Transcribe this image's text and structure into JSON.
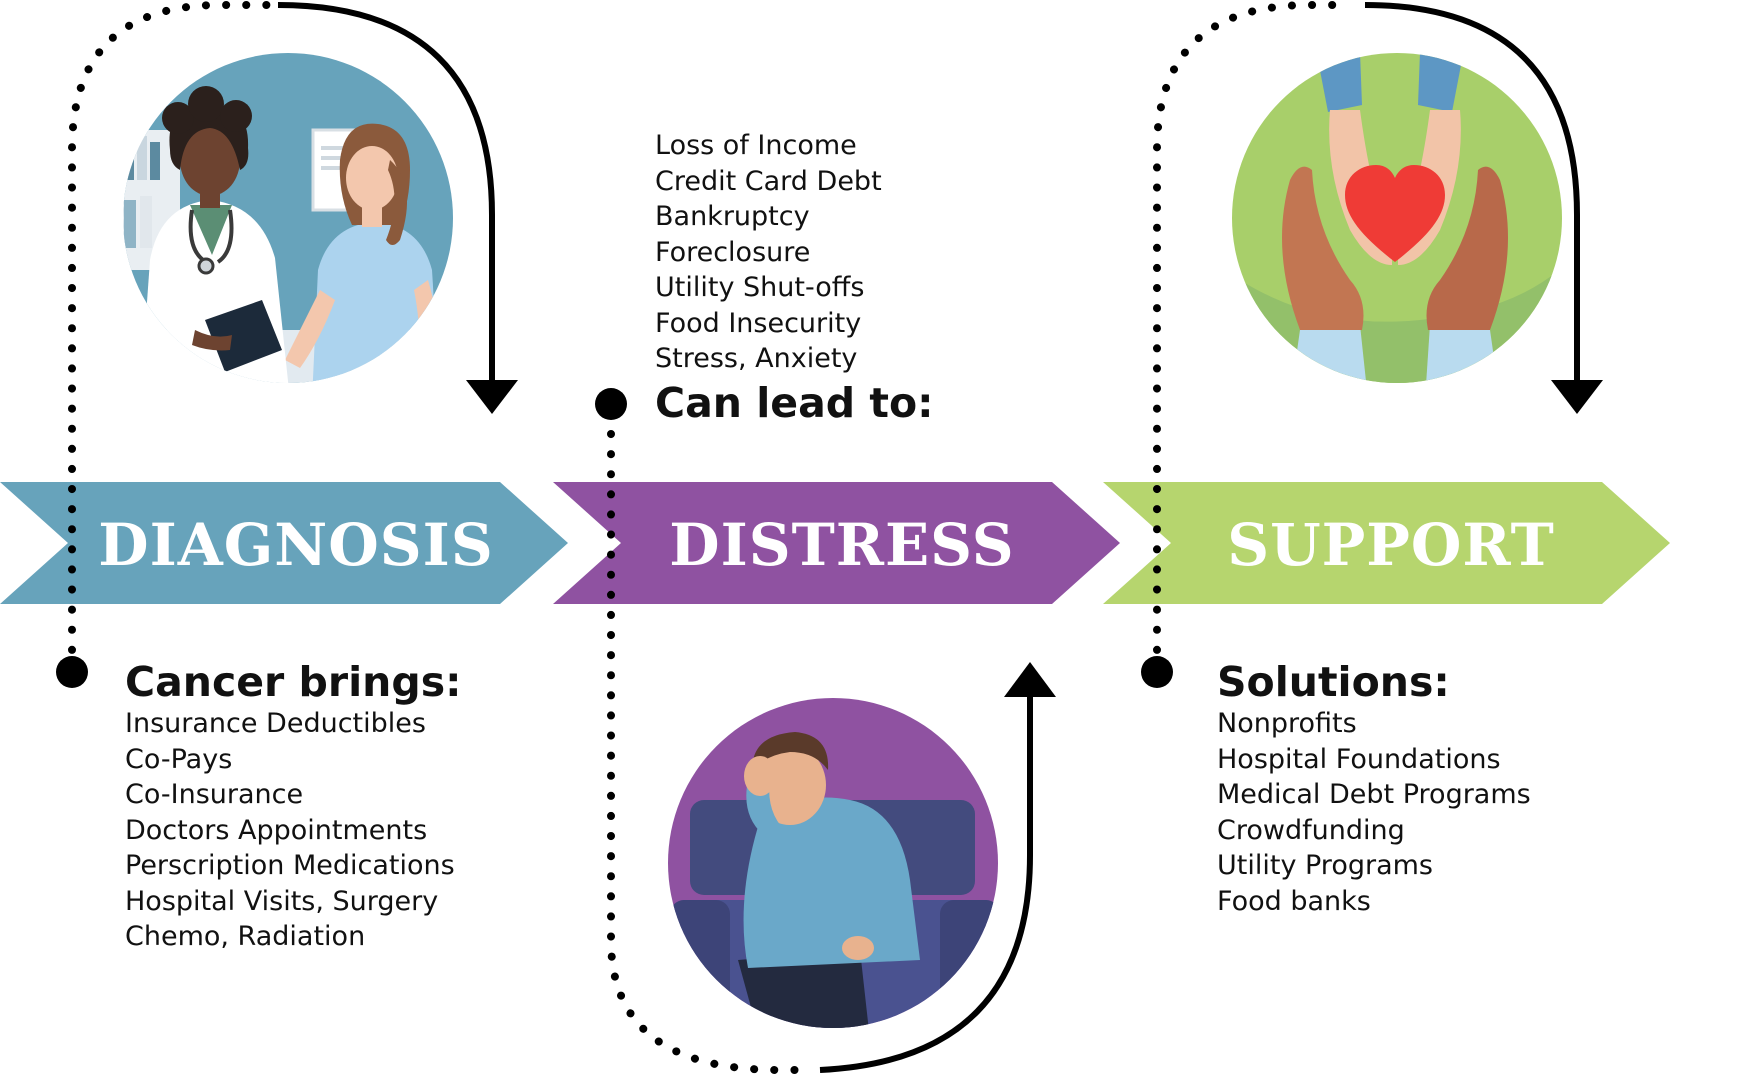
{
  "stages": [
    {
      "label": "DIAGNOSIS",
      "color": "#67a3bb"
    },
    {
      "label": "DISTRESS",
      "color": "#8f52a1"
    },
    {
      "label": "SUPPORT",
      "color": "#b6d56e"
    }
  ],
  "causes": {
    "heading": "Cancer brings:",
    "items": [
      "Insurance Deductibles",
      "Co-Pays",
      "Co-Insurance",
      "Doctors Appointments",
      "Perscription Medications",
      "Hospital Visits, Surgery",
      "Chemo, Radiation"
    ]
  },
  "effects": {
    "heading": "Can lead to:",
    "items": [
      "Loss of Income",
      "Credit Card Debt",
      "Bankruptcy",
      "Foreclosure",
      "Utility Shut-offs",
      "Food Insecurity",
      "Stress, Anxiety"
    ]
  },
  "solutions": {
    "heading": "Solutions:",
    "items": [
      "Nonprofits",
      "Hospital Foundations",
      "Medical Debt Programs",
      "Crowdfunding",
      "Utility Programs",
      "Food banks"
    ]
  },
  "illustrations": [
    {
      "icon": "doctor-patient-illustration",
      "bg": "#67a3bb"
    },
    {
      "icon": "distressed-man-illustration",
      "bg": "#8f52a1"
    },
    {
      "icon": "hands-heart-illustration",
      "bg": "#a8cf6a"
    }
  ],
  "colors": {
    "connector": "#000000",
    "heart": "#ef3b36"
  }
}
